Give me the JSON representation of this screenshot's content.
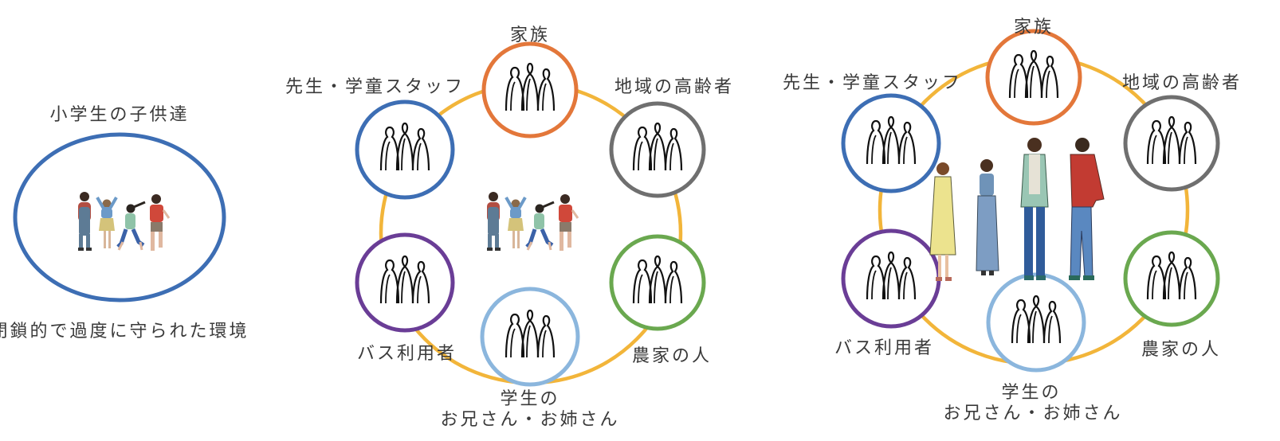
{
  "colors": {
    "ring": "#f2b53a",
    "family": "#e3773a",
    "teachers": "#3d6eb4",
    "elderly": "#6f6f6f",
    "farmers": "#6aa84f",
    "students": "#8bb6dd",
    "bus": "#6a3d96",
    "child_ellipse": "#3d6eb4"
  },
  "panel1": {
    "title": "小学生の子供達",
    "caption": "閉鎖的で過度に守られた環境"
  },
  "panel2": {
    "family": "家族",
    "teachers": "先生・学童スタッフ",
    "elderly": "地域の高齢者",
    "bus": "バス利用者",
    "farmers": "農家の人",
    "students_line1": "学生の",
    "students_line2": "お兄さん・お姉さん"
  },
  "panel3": {
    "family": "家族",
    "teachers": "先生・学童スタッフ",
    "elderly": "地域の高齢者",
    "bus": "バス利用者",
    "farmers": "農家の人",
    "students_line1": "学生の",
    "students_line2": "お兄さん・お姉さん"
  }
}
